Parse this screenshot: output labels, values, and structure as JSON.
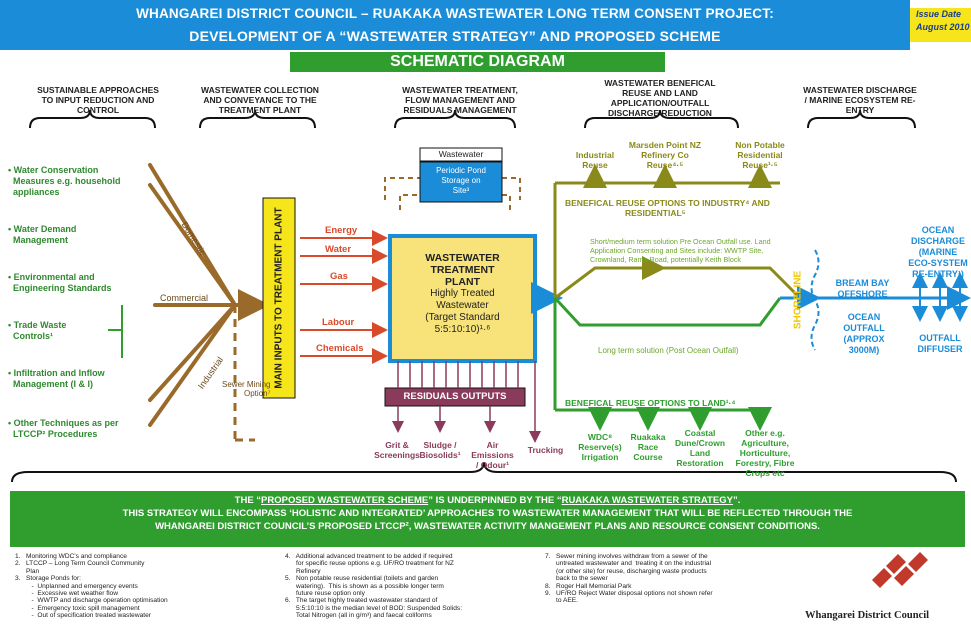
{
  "header": {
    "title_line1": "WHANGAREI DISTRICT COUNCIL – RUAKAKA WASTEWATER LONG TERM CONSENT PROJECT:",
    "title_line2": "DEVELOPMENT OF A “WASTEWATER STRATEGY” AND PROPOSED SCHEME",
    "issue_date_label": "Issue Date",
    "issue_date_value": "August 2010",
    "schematic_label": "SCHEMATIC DIAGRAM"
  },
  "columns": {
    "col1": [
      "SUSTAINABLE APPROACHES",
      "TO INPUT REDUCTION AND",
      "CONTROL"
    ],
    "col2": [
      "WASTEWATER COLLECTION",
      "AND CONVEYANCE TO THE",
      "TREATMENT PLANT"
    ],
    "col3": [
      "WASTEWATER TREATMENT,",
      "FLOW MANAGEMENT AND",
      "RESIDUALS MANAGEMENT"
    ],
    "col4": [
      "WASTEWATER BENEFICAL",
      "REUSE AND LAND",
      "APPLICATION/OUTFALL",
      "DISCHARGE REDUCTION"
    ],
    "col5": [
      "WASTEWATER DISCHARGE",
      "/ MARINE ECOSYSTEM RE-",
      "ENTRY"
    ]
  },
  "sustainable_items": [
    [
      "Water Conservation",
      "Measures e.g. household",
      "appliances"
    ],
    [
      "Water Demand",
      "Management"
    ],
    [
      "Environmental and",
      "Engineering Standards"
    ],
    [
      "Trade Waste",
      "Controls¹"
    ],
    [
      "Infiltration and Inflow",
      "Management (I & I)"
    ],
    [
      "Other Techniques as per",
      "LTCCP² Procedures"
    ]
  ],
  "flows": {
    "domestic": "Domestic",
    "commercial": "Commercial",
    "industrial": "Industrial",
    "sewer_mining": [
      "Sewer Mining",
      "Option⁷"
    ]
  },
  "main_inputs": "MAIN INPUTS TO TREATMENT PLANT",
  "inputs": [
    "Energy",
    "Water",
    "Gas",
    "Labour",
    "Chemicals"
  ],
  "storage": {
    "wastewater_label": "Wastewater",
    "pond_label": [
      "Periodic Pond",
      "Storage on",
      "Site³"
    ]
  },
  "plant": {
    "title": [
      "WASTEWATER",
      "TREATMENT",
      "PLANT"
    ],
    "body": [
      "Highly Treated",
      "Wastewater",
      "(Target Standard",
      "5:5:10:10)¹·⁶"
    ]
  },
  "residuals": {
    "header": "RESIDUALS OUTPUTS",
    "items": [
      [
        "Grit &",
        "Screenings"
      ],
      [
        "Sludge /",
        "Biosolids¹"
      ],
      [
        "Air",
        "Emissions",
        "/ Odour¹"
      ],
      [
        "Trucking"
      ]
    ]
  },
  "industry_reuse": {
    "items": [
      [
        "Industrial",
        "Reuse"
      ],
      [
        "Marsden Point NZ",
        "Refinery Co",
        "Reuse⁴·⁵"
      ],
      [
        "Non Potable",
        "Residential",
        "Reuse¹·⁵"
      ]
    ],
    "options_label": [
      "BENEFICAL REUSE OPTIONS TO INDUSTRY⁴ AND",
      "RESIDENTIAL⁵"
    ]
  },
  "land_app": {
    "short_term": [
      "Short/medium term solution Pre Ocean Outfall use.  Land",
      "Application Consenting and Sites include: WWTP Site,",
      "Crownland, Rama Road, potentially Keith Block"
    ],
    "long_term": "Long term solution (Post Ocean Outfall)",
    "options_label": "BENEFICAL REUSE OPTIONS TO LAND¹·⁴",
    "items": [
      [
        "WDC⁸",
        "Reserve(s)",
        "Irrigation"
      ],
      [
        "Ruakaka",
        "Race",
        "Course"
      ],
      [
        "Coastal",
        "Dune/Crown",
        "Land",
        "Restoration"
      ],
      [
        "Other e.g.",
        "Agriculture,",
        "Horticulture,",
        "Forestry, Fibre",
        "Crops etc"
      ]
    ]
  },
  "discharge": {
    "shoreline": "SHORELINE",
    "bream_bay": [
      "BREAM BAY",
      "OFFSHORE"
    ],
    "ocean_outfall": [
      "OCEAN",
      "OUTFALL",
      "(APPROX",
      "3000M)"
    ],
    "ocean_discharge": [
      "OCEAN",
      "DISCHARGE",
      "(MARINE",
      "ECO-SYSTEM",
      "RE-ENTRY¹)"
    ],
    "diffuser": [
      "OUTFALL",
      "DIFFUSER"
    ]
  },
  "bottom": {
    "line1_a": "THE “",
    "line1_b": "PROPOSED WASTEWATER SCHEME",
    "line1_c": "” IS UNDERPINNED BY THE “",
    "line1_d": "RUAKAKA WASTEWATER STRATEGY",
    "line1_e": "”.",
    "line2": "THIS STRATEGY WILL ENCOMPASS ‘HOLISTIC AND INTEGRATED’ APPROACHES TO WASTEWATER MANAGEMENT THAT WILL BE REFLECTED THROUGH THE",
    "line3": "WHANGAREI DISTRICT COUNCIL’S PROPOSED LTCCP², WASTEWATER ACTIVITY MANGEMENT PLANS AND RESOURCE CONSENT CONDITIONS."
  },
  "footnotes": {
    "col1": "1.   Monitoring WDC's and compliance\n2.   LTCCP – Long Term Council Community\n      Plan\n3.   Storage Ponds for:\n         -  Unplanned and emergency events\n         -  Excessive wet weather flow\n         -  WWTP and discharge operation optimisation\n         -  Emergency toxic spill management\n         -  Out of specification treated wastewater",
    "col2": "4.   Additional advanced treatment to be added if required\n      for specific reuse options e.g. UF/RO treatment for NZ\n      Refinery\n5.   Non potable reuse residential (toilets and garden\n      watering).  This is shown as a possible longer term\n      future reuse option only\n6.   The target highly treated wastewater standard of\n      5:5:10:10 is the median level of BOD: Suspended Solids:\n      Total Nitrogen (all in g/m³) and faecal coliforms",
    "col3": "7.   Sewer mining involves withdraw from a sewer of the\n      untreated wastewater and  treating it on the industrial\n      (or other site) for reuse, discharging waste products\n      back to the sewer\n8.   Roger Hall Memorial Park\n9.   UF/RO Reject Water disposal options not shown refer\n      to AEE."
  },
  "logo": {
    "name": "Whangarei District Council"
  }
}
